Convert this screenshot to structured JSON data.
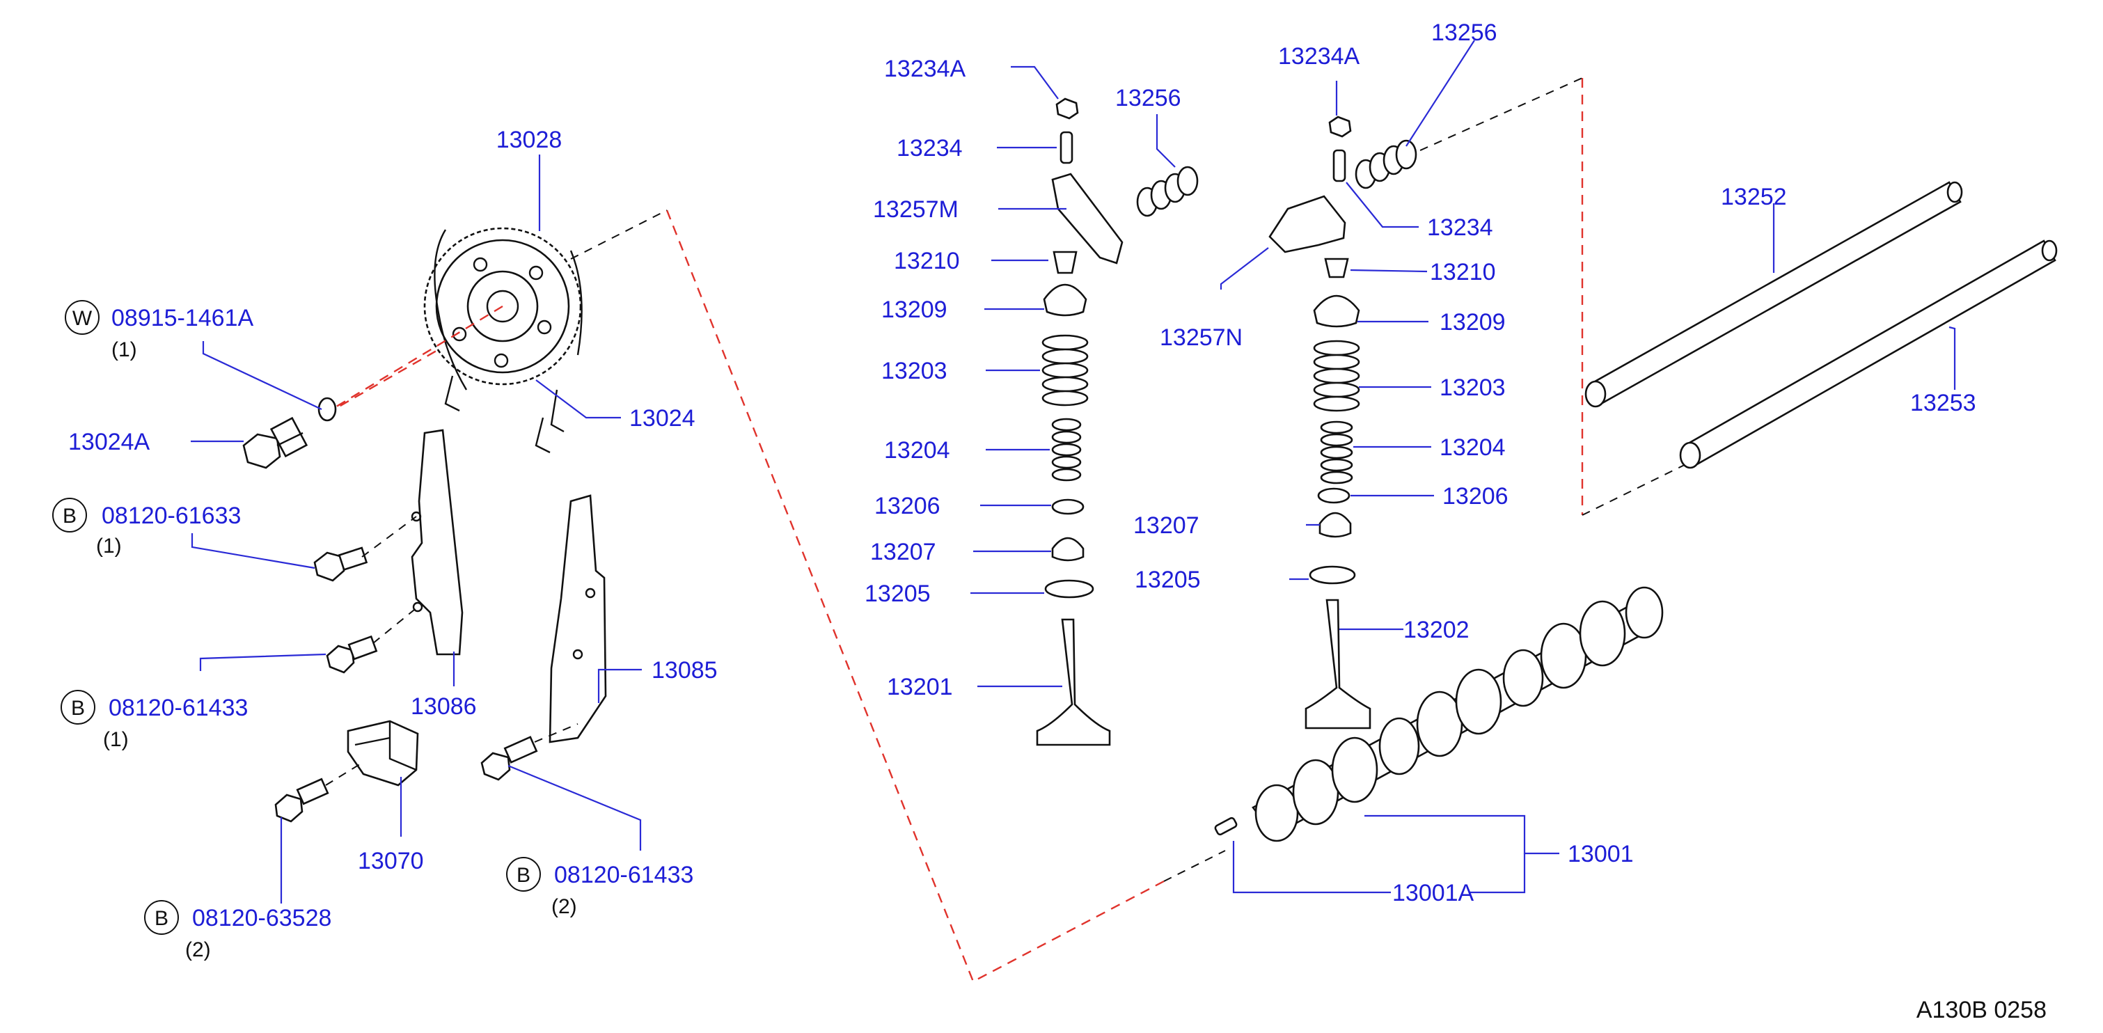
{
  "colors": {
    "label": "#1d1dd6",
    "leader": "#2a2ad6",
    "boundary": "#e0332c",
    "part": "#111111"
  },
  "labels": {
    "p13028": "13028",
    "p08915": "08915-1461A",
    "q08915": "(1)",
    "p13024A": "13024A",
    "p13024": "13024",
    "p08120_61633": "08120-61633",
    "q08120_61633": "(1)",
    "p08120_61433a": "08120-61433",
    "q08120_61433a": "(1)",
    "p13086": "13086",
    "p13085": "13085",
    "p13070": "13070",
    "p08120_63528": "08120-63528",
    "q08120_63528": "(2)",
    "p08120_61433b": "08120-61433",
    "q08120_61433b": "(2)",
    "p13234A_l": "13234A",
    "p13234_l": "13234",
    "p13256_l": "13256",
    "p13257M": "13257M",
    "p13210_l": "13210",
    "p13209_l": "13209",
    "p13203_l": "13203",
    "p13204_l": "13204",
    "p13206_l": "13206",
    "p13207_l": "13207",
    "p13205_l": "13205",
    "p13201": "13201",
    "p13234A_r": "13234A",
    "p13256_r": "13256",
    "p13234_r": "13234",
    "p13210_r": "13210",
    "p13257N": "13257N",
    "p13209_r": "13209",
    "p13203_r": "13203",
    "p13204_r": "13204",
    "p13206_r": "13206",
    "p13207_r": "13207",
    "p13205_r": "13205",
    "p13202": "13202",
    "p13252": "13252",
    "p13253": "13253",
    "p13001": "13001",
    "p13001A": "13001A"
  },
  "badges": {
    "w": "W",
    "b": "B"
  },
  "reference": "A130B  0258"
}
